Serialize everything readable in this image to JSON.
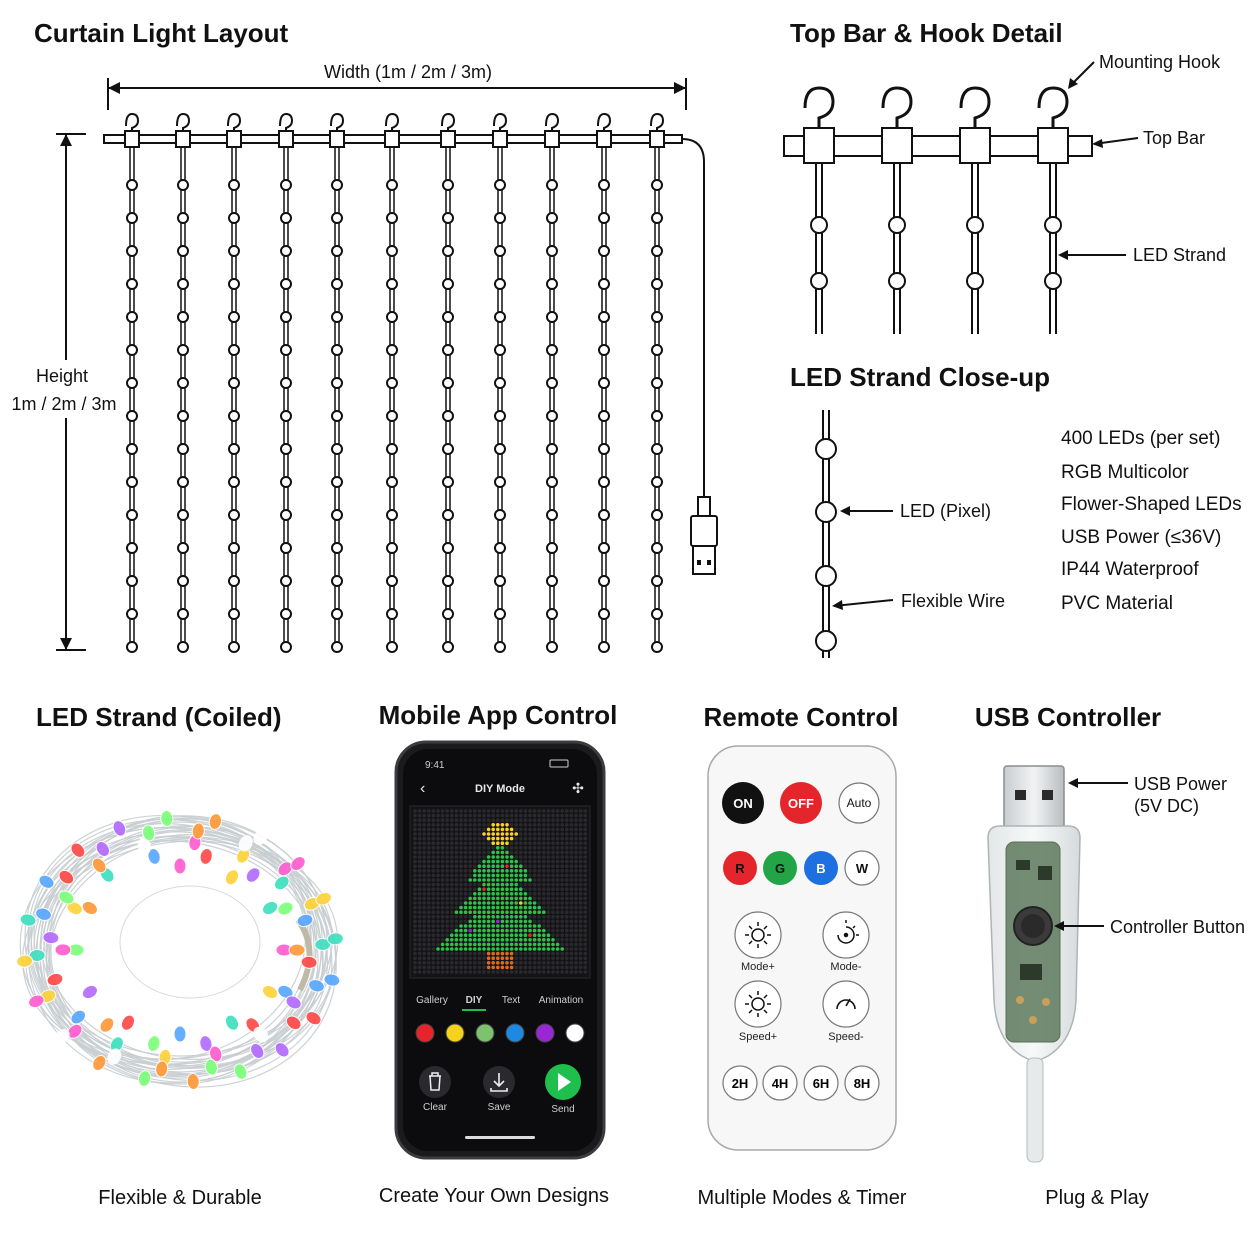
{
  "layout": {
    "title": "Curtain Light Layout",
    "width_label": "Width (1m / 2m / 3m)",
    "height_label": "Height",
    "height_values": "1m / 2m / 3m"
  },
  "hook_detail": {
    "title": "Top Bar & Hook Detail",
    "mounting_hook": "Mounting Hook",
    "top_bar": "Top Bar",
    "led_strand": "LED Strand"
  },
  "closeup": {
    "title": "LED Strand Close-up",
    "led_pixel": "LED (Pixel)",
    "flexible_wire": "Flexible Wire",
    "features": [
      "400 LEDs (per set)",
      "RGB Multicolor",
      "Flower-Shaped LEDs",
      "USB Power (≤36V)",
      "IP44 Waterproof",
      "PVC Material"
    ]
  },
  "coiled": {
    "title": "LED Strand (Coiled)",
    "caption": "Flexible & Durable"
  },
  "app": {
    "title": "Mobile App Control",
    "caption": "Create Your Own Designs",
    "status_time": "9:41",
    "screen_title": "DIY Mode",
    "tabs": [
      "Gallery",
      "DIY",
      "Text",
      "Animation"
    ],
    "active_tab": "DIY",
    "palette": [
      "#e4262c",
      "#f5d21b",
      "#7cc36e",
      "#1e88e5",
      "#9b26d6",
      "#ffffff"
    ],
    "actions": {
      "clear": "Clear",
      "save": "Save",
      "send": "Send"
    }
  },
  "remote": {
    "title": "Remote Control",
    "caption": "Multiple Modes & Timer",
    "power": [
      "ON",
      "OFF",
      "Auto"
    ],
    "colors": [
      "R",
      "G",
      "B",
      "W"
    ],
    "modes": [
      "Mode+",
      "Mode-",
      "Speed+",
      "Speed-"
    ],
    "timers": [
      "2H",
      "4H",
      "6H",
      "8H"
    ]
  },
  "usb": {
    "title": "USB Controller",
    "caption": "Plug & Play",
    "usb_power": "USB Power",
    "usb_power_spec": "(5V DC)",
    "controller_button": "Controller Button"
  },
  "colors": {
    "on": "#111111",
    "off": "#e4262c",
    "r": "#e4262c",
    "g": "#22a447",
    "b": "#1e6fe0",
    "send": "#1fbf4e"
  }
}
